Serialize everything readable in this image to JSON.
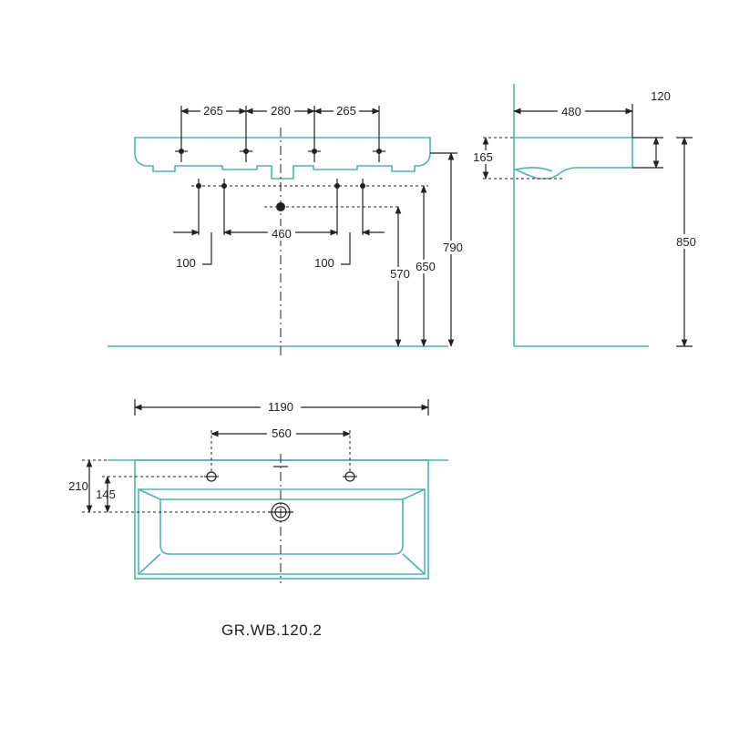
{
  "colors": {
    "outline": "#4bb5b3",
    "dimension": "#222222"
  },
  "front_view": {
    "dims": {
      "tap_left": "265",
      "tap_mid": "280",
      "tap_right": "265",
      "waste_span": "460",
      "offset_left": "100",
      "offset_right": "100",
      "h_570": "570",
      "h_650": "650",
      "h_790": "790"
    }
  },
  "side_view": {
    "dims": {
      "depth": "480",
      "thickness": "120",
      "bowl_height": "165",
      "total_height": "850"
    }
  },
  "top_view": {
    "dims": {
      "width": "1190",
      "tap_spacing": "560",
      "depth_210": "210",
      "depth_145": "145"
    }
  },
  "model": "GR.WB.120.2"
}
